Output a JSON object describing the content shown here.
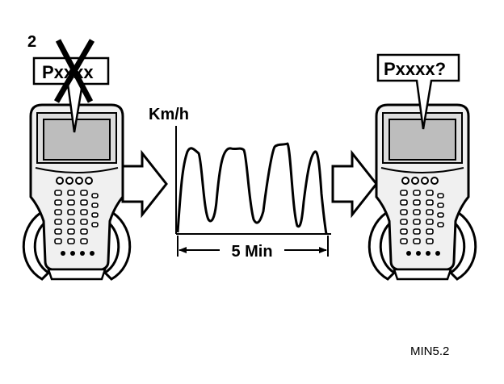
{
  "step_number": "2",
  "left_device": {
    "code": "Pxxxx"
  },
  "right_device": {
    "code": "Pxxxx?"
  },
  "graph": {
    "y_axis_label": "Km/h",
    "duration_label": "5 Min"
  },
  "figure_ref": "MIN5.2",
  "icons": {
    "cross": "cross-out-icon",
    "arrow": "right-arrow-icon",
    "device": "scan-tool-icon"
  }
}
